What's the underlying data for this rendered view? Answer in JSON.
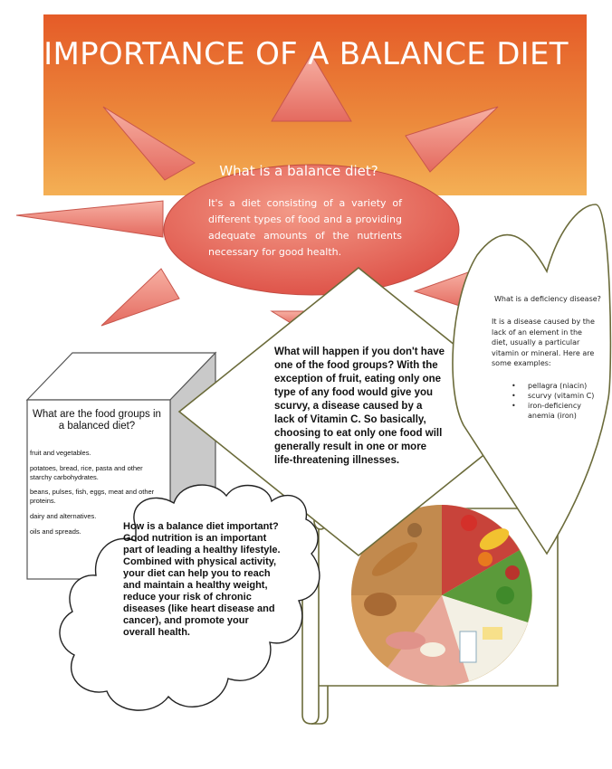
{
  "title": "IMPORTANCE OF A BALANCE DIET",
  "colors": {
    "banner_top": "#e8642a",
    "banner_bottom": "#f0a850",
    "accent_red": "#e06a60",
    "triangle_pink": "#f29a8c",
    "outline": "#6b6b3a"
  },
  "balance_diet": {
    "heading": "What is a balance diet?",
    "body": "It's a diet consisting of a variety of different types of food and a providing adequate amounts of the nutrients necessary for good health."
  },
  "food_groups_missing": {
    "text": "What will happen if you don't have one of the food groups? With the exception of fruit, eating only one type of any food would give you scurvy, a disease caused by a lack of Vitamin C. So basically, choosing to eat only one food will generally result in one or more life-threatening illnesses."
  },
  "deficiency": {
    "heading": "What is a deficiency disease?",
    "body": "It is a disease caused by the lack of an element in the diet, usually a particular vitamin or mineral. Here are some examples:",
    "examples": [
      "pellagra (niacin)",
      "scurvy (vitamin C)",
      "iron-deficiency anemia (iron)"
    ]
  },
  "food_groups": {
    "heading": "What are the food groups in a balanced diet?",
    "items": [
      "fruit and vegetables.",
      "potatoes, bread, rice, pasta and other starchy carbohydrates.",
      "beans, pulses, fish, eggs, meat and other proteins.",
      "dairy and alternatives.",
      "oils and spreads."
    ]
  },
  "importance": {
    "text": "How is a balance diet important? Good nutrition is an important part of leading a healthy lifestyle. Combined with physical activity, your diet can help you to reach and maintain a healthy weight, reduce your risk of chronic diseases (like heart disease and cancer), and promote your overall health."
  },
  "food_image": {
    "icon": "food-plate-icon"
  }
}
